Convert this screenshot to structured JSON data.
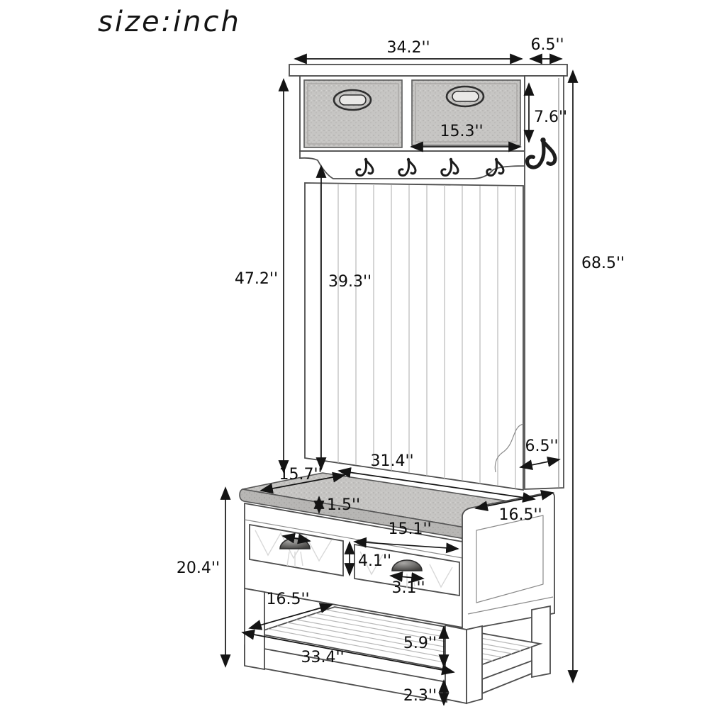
{
  "title": "size:inch",
  "unit": "inch",
  "dimensions": {
    "top_width": "34.2''",
    "top_depth": "6.5''",
    "upper_bin_height": "7.6''",
    "upper_bin_width": "15.3''",
    "back_section_height": "47.2''",
    "panel_height": "39.3''",
    "overall_height": "68.5''",
    "side_panel_depth": "6.5''",
    "seat_width": "31.4''",
    "seat_depth": "15.7''",
    "cushion_thickness": "1.5''",
    "bench_side_depth": "16.5''",
    "bench_drawer_width": "15.1''",
    "bench_drawer_height": "4.1''",
    "handle_width": "3.1''",
    "bench_height": "20.4''",
    "shelf_depth": "16.5''",
    "bench_bottom_width": "33.4''",
    "shelf_clearance": "5.9''",
    "foot_height": "2.3''"
  },
  "figure": {
    "upper_fabric_bins": 2,
    "coat_hooks": 4,
    "side_hooks": 1,
    "bench_drawers": 2
  },
  "colors": {
    "dimension_line": "#141414",
    "furniture_line": "#4d4d4d",
    "fabric": "#c6c5c3",
    "background": "#ffffff"
  }
}
